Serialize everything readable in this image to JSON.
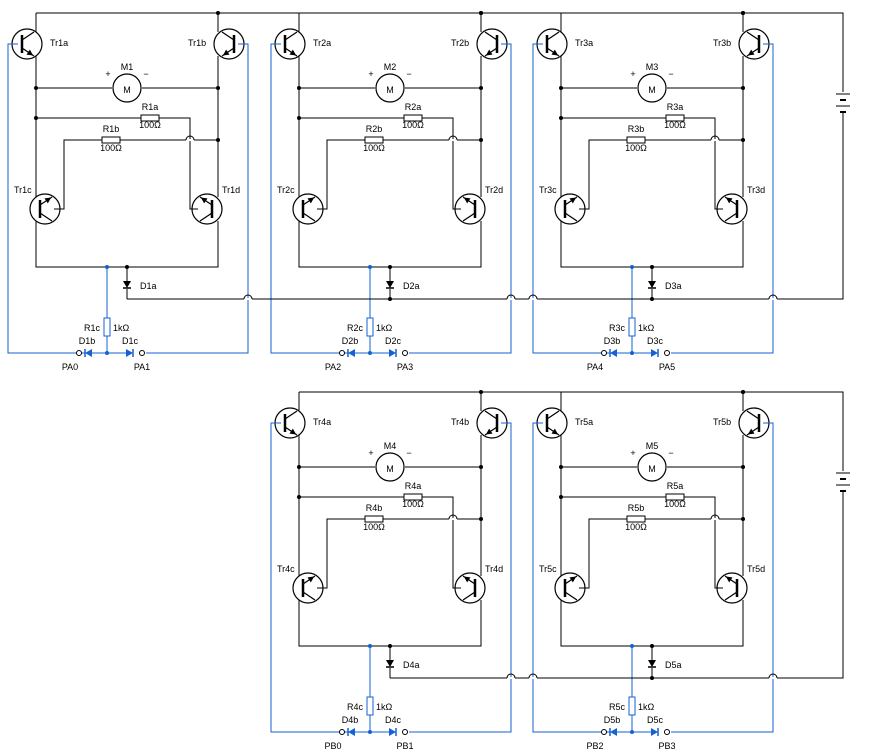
{
  "units": [
    {
      "id": "1",
      "transistors": [
        "Tr1a",
        "Tr1b",
        "Tr1c",
        "Tr1d"
      ],
      "motor": {
        "name": "M1",
        "symbol": "M",
        "plus": "+",
        "minus": "−"
      },
      "ra": {
        "name": "R1a",
        "value": "100Ω"
      },
      "rb": {
        "name": "R1b",
        "value": "100Ω"
      },
      "diode": "D1a",
      "rc": {
        "name": "R1c",
        "value": "1kΩ"
      },
      "left_diode": "D1b",
      "right_diode": "D1c",
      "left_port": "PA0",
      "right_port": "PA1"
    },
    {
      "id": "2",
      "transistors": [
        "Tr2a",
        "Tr2b",
        "Tr2c",
        "Tr2d"
      ],
      "motor": {
        "name": "M2",
        "symbol": "M",
        "plus": "+",
        "minus": "−"
      },
      "ra": {
        "name": "R2a",
        "value": "100Ω"
      },
      "rb": {
        "name": "R2b",
        "value": "100Ω"
      },
      "diode": "D2a",
      "rc": {
        "name": "R2c",
        "value": "1kΩ"
      },
      "left_diode": "D2b",
      "right_diode": "D2c",
      "left_port": "PA2",
      "right_port": "PA3"
    },
    {
      "id": "3",
      "transistors": [
        "Tr3a",
        "Tr3b",
        "Tr3c",
        "Tr3d"
      ],
      "motor": {
        "name": "M3",
        "symbol": "M",
        "plus": "+",
        "minus": "−"
      },
      "ra": {
        "name": "R3a",
        "value": "100Ω"
      },
      "rb": {
        "name": "R3b",
        "value": "100Ω"
      },
      "diode": "D3a",
      "rc": {
        "name": "R3c",
        "value": "1kΩ"
      },
      "left_diode": "D3b",
      "right_diode": "D3c",
      "left_port": "PA4",
      "right_port": "PA5"
    },
    {
      "id": "4",
      "transistors": [
        "Tr4a",
        "Tr4b",
        "Tr4c",
        "Tr4d"
      ],
      "motor": {
        "name": "M4",
        "symbol": "M",
        "plus": "+",
        "minus": "−"
      },
      "ra": {
        "name": "R4a",
        "value": "100Ω"
      },
      "rb": {
        "name": "R4b",
        "value": "100Ω"
      },
      "diode": "D4a",
      "rc": {
        "name": "R4c",
        "value": "1kΩ"
      },
      "left_diode": "D4b",
      "right_diode": "D4c",
      "left_port": "PB0",
      "right_port": "PB1"
    },
    {
      "id": "5",
      "transistors": [
        "Tr5a",
        "Tr5b",
        "Tr5c",
        "Tr5d"
      ],
      "motor": {
        "name": "M5",
        "symbol": "M",
        "plus": "+",
        "minus": "−"
      },
      "ra": {
        "name": "R5a",
        "value": "100Ω"
      },
      "rb": {
        "name": "R5b",
        "value": "100Ω"
      },
      "diode": "D5a",
      "rc": {
        "name": "R5c",
        "value": "1kΩ"
      },
      "left_diode": "D5b",
      "right_diode": "D5c",
      "left_port": "PB2",
      "right_port": "PB3"
    }
  ],
  "batteries": 2,
  "colors": {
    "wire": "#000000",
    "control_wire": "#1560d4",
    "background": "#ffffff"
  }
}
